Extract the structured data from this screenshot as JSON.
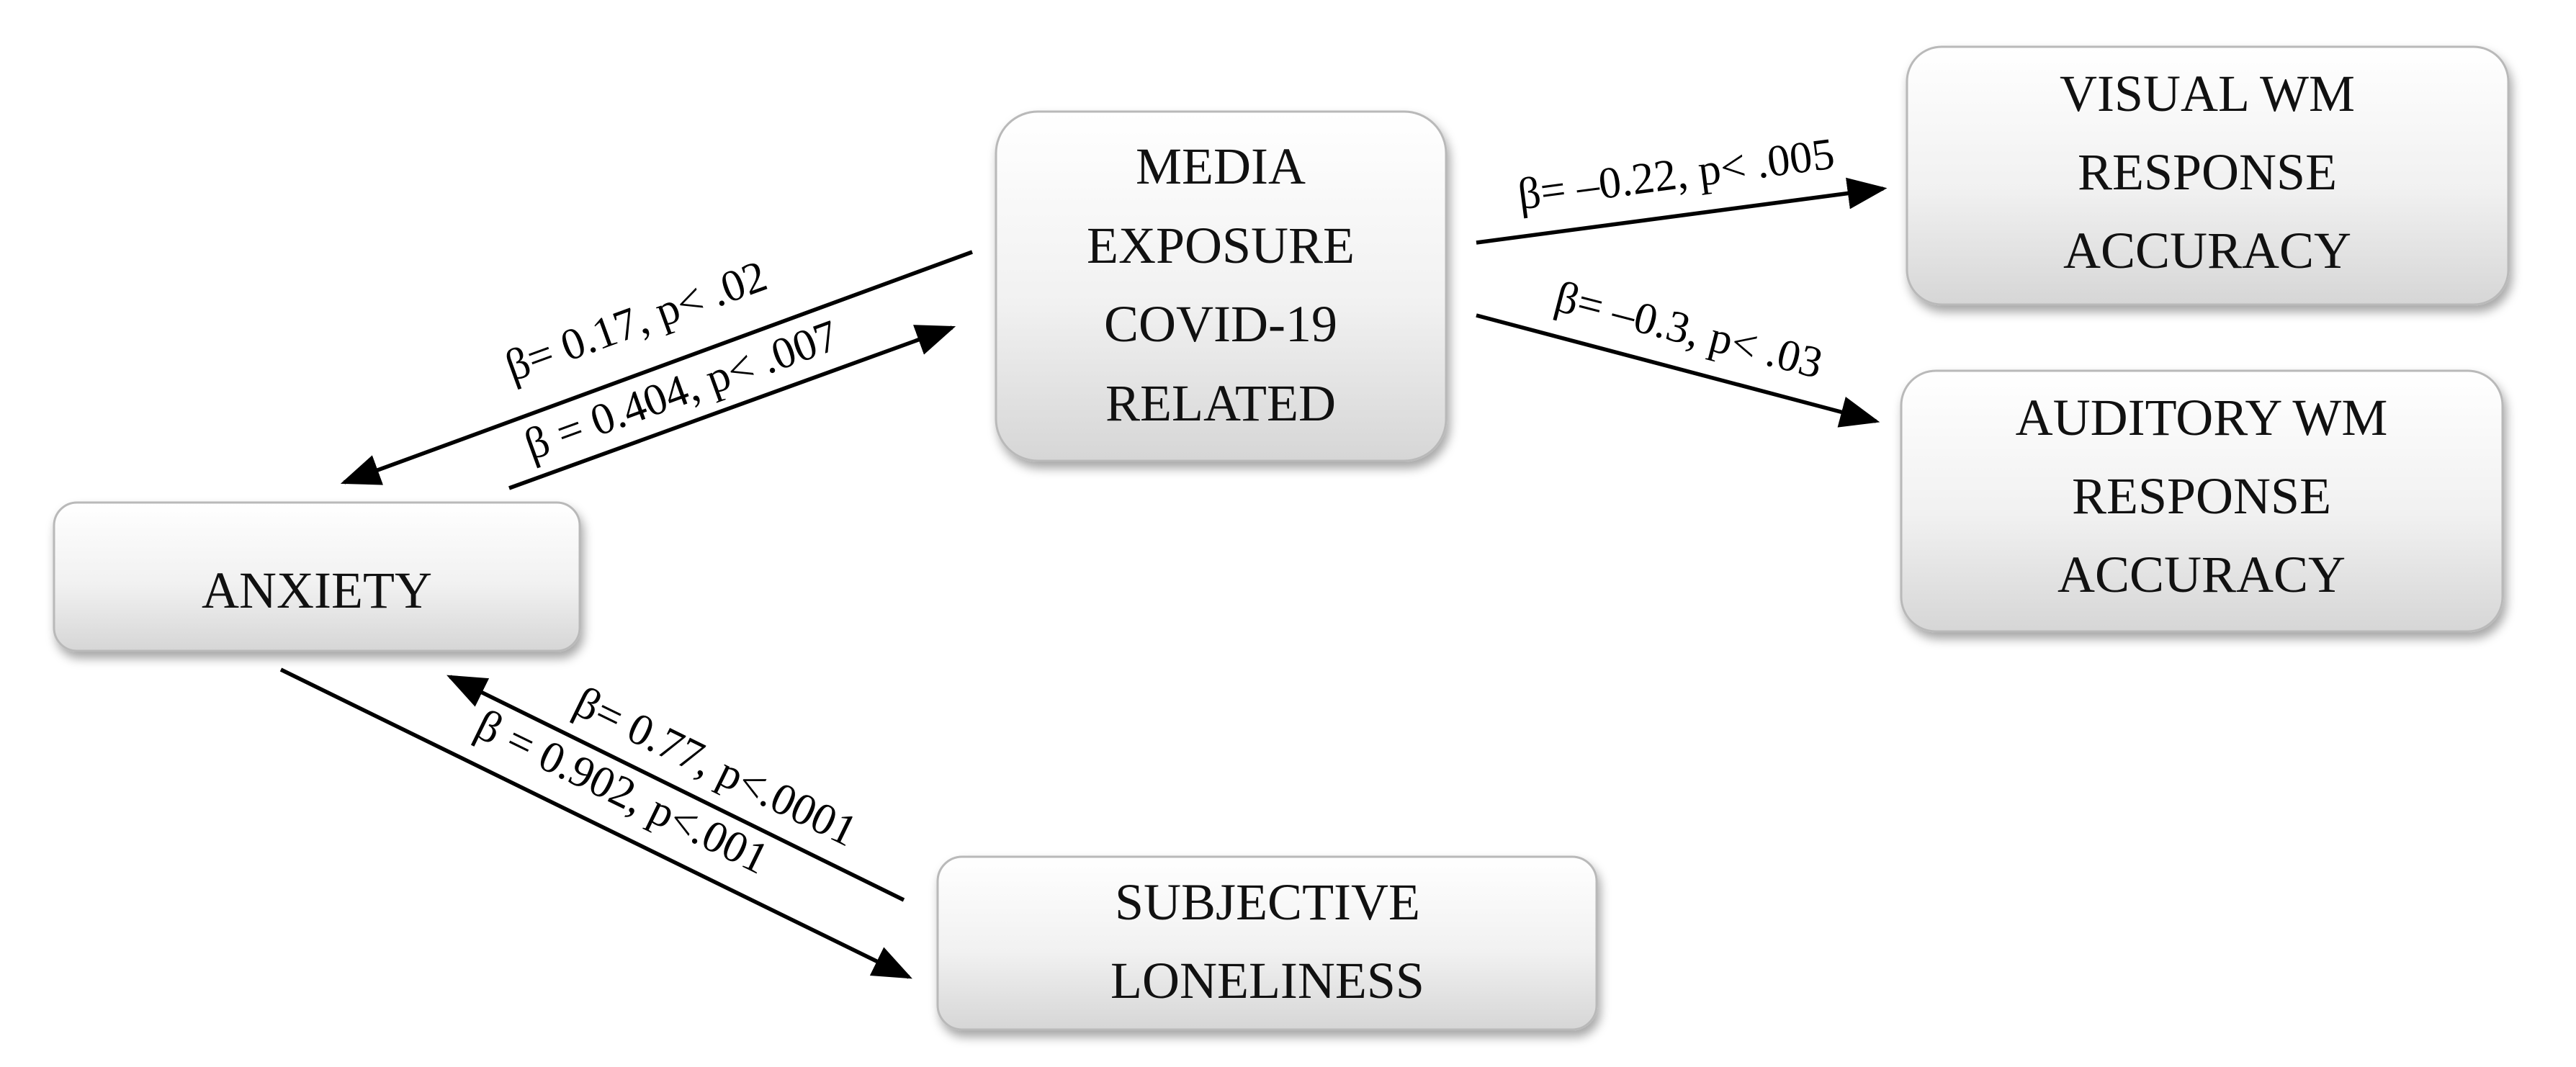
{
  "nodes": {
    "media": {
      "lines": [
        "MEDIA",
        "EXPOSURE",
        "COVID-19",
        "RELATED"
      ]
    },
    "visual": {
      "lines": [
        "VISUAL WM",
        "RESPONSE",
        "ACCURACY"
      ]
    },
    "auditory": {
      "lines": [
        "AUDITORY WM",
        "RESPONSE",
        "ACCURACY"
      ]
    },
    "anxiety": {
      "lines": [
        "ANXIETY"
      ]
    },
    "loneliness": {
      "lines": [
        "SUBJECTIVE",
        "LONELINESS"
      ]
    }
  },
  "edges": {
    "media_to_anxiety": {
      "from": "MEDIA EXPOSURE COVID-19 RELATED",
      "to": "ANXIETY",
      "label": "β= 0.17, p< .02"
    },
    "anxiety_to_media": {
      "from": "ANXIETY",
      "to": "MEDIA EXPOSURE COVID-19 RELATED",
      "label": "β = 0.404, p< .007"
    },
    "media_to_visual": {
      "from": "MEDIA EXPOSURE COVID-19 RELATED",
      "to": "VISUAL WM RESPONSE ACCURACY",
      "label": "β= –0.22, p< .005"
    },
    "media_to_auditory": {
      "from": "MEDIA EXPOSURE COVID-19 RELATED",
      "to": "AUDITORY WM RESPONSE ACCURACY",
      "label": "β= –0.3, p< .03"
    },
    "loneliness_to_anxiety": {
      "from": "SUBJECTIVE LONELINESS",
      "to": "ANXIETY",
      "label": "β= 0.77, p<.0001"
    },
    "anxiety_to_loneliness": {
      "from": "ANXIETY",
      "to": "SUBJECTIVE LONELINESS",
      "label": "β = 0.902, p<.001"
    }
  },
  "colors": {
    "box_top": "#ffffff",
    "box_bottom": "#d9d9d9",
    "arrow": "#000000",
    "text": "#111111"
  }
}
